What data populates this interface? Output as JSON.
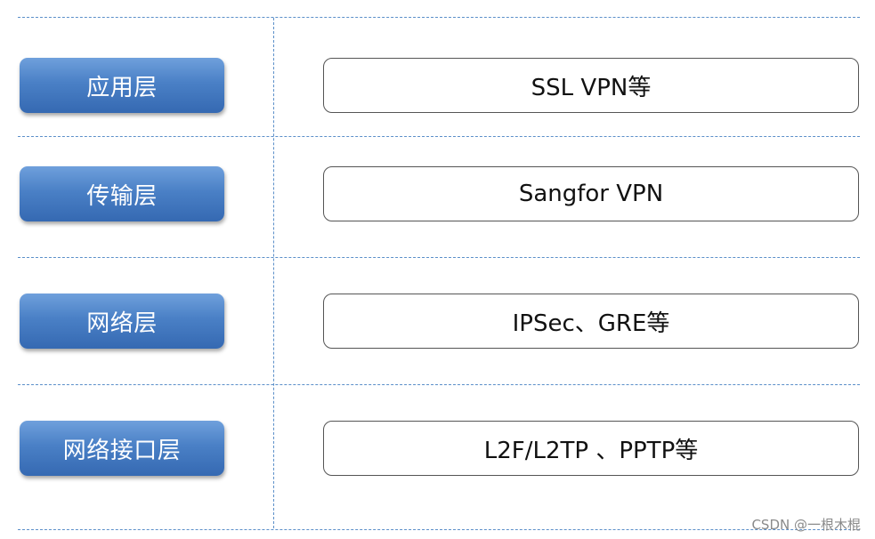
{
  "rows": [
    {
      "layer": "应用层",
      "protocols": "SSL VPN等"
    },
    {
      "layer": "传输层",
      "protocols": "Sangfor VPN"
    },
    {
      "layer": "网络层",
      "protocols": "IPSec、GRE等"
    },
    {
      "layer": "网络接口层",
      "protocols": "L2F/L2TP 、PPTP等"
    }
  ],
  "watermark": "CSDN @一根木棍",
  "colors": {
    "layer_button": "#4a80c6",
    "divider": "#5b8fc9",
    "box_border": "#555555"
  }
}
